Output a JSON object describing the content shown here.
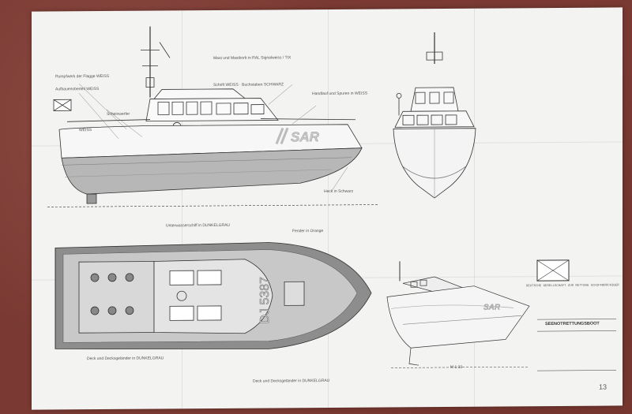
{
  "hull": {
    "sar_label": "SAR",
    "registration": "DJ 5387",
    "scale": "M 1:33"
  },
  "annotations": {
    "bow_flag": "Rumpfwerk der Flagge WEISS",
    "cabin_roof": "Aufbauenoberteil WEISS",
    "mast_note": "Mast und Mastkorb in RAL Signalweiss / TIX",
    "windows": "Schrift WEISS · Buchstaben SCHWARZ",
    "deck_note": "Deck und Decksgeländer in DUNKELGRAU",
    "deck_note_2": "Deck und Decksgeländer in DUNKELGRAU",
    "fender": "Fender in Orange",
    "searchlight": "Scheinwerfer",
    "handrail": "Handlauf und Spuren in WEISS",
    "bottom": "Unterwasserschiff in DUNKELGRAU",
    "stern": "Heck in Schwarz",
    "hull_white": "WEISS"
  },
  "title_block": {
    "society": "DEUTSCHE GESELLSCHAFT ZUR RETTUNG SCHIFFBRÜCHIGER",
    "type": "SEENOTRETTUNGSBOOT"
  },
  "page_number": "13"
}
